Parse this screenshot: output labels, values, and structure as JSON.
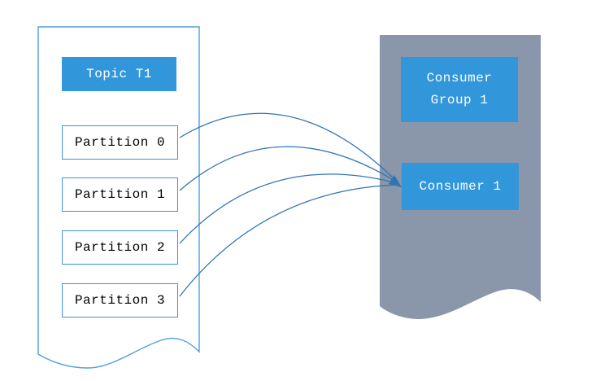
{
  "topic_panel": {
    "title": "Topic T1",
    "partitions": [
      "Partition 0",
      "Partition 1",
      "Partition 2",
      "Partition 3"
    ]
  },
  "consumer_panel": {
    "group_label": "Consumer Group 1",
    "group_lines": [
      "Consumer",
      "Group 1"
    ],
    "consumer_label": "Consumer 1"
  },
  "connections": [
    {
      "from": "Partition 0",
      "to": "Consumer 1"
    },
    {
      "from": "Partition 1",
      "to": "Consumer 1"
    },
    {
      "from": "Partition 2",
      "to": "Consumer 1"
    },
    {
      "from": "Partition 3",
      "to": "Consumer 1"
    }
  ],
  "colors": {
    "box_blue": "#3296DB",
    "panel_gray": "#8A96A9",
    "outline_blue": "#4FA0DB",
    "partition_border": "#3E93D6",
    "arrow_blue": "#2E75B6",
    "box_text": "#FFFFFF",
    "partition_text": "#000000",
    "background": "#FFFFFF"
  }
}
